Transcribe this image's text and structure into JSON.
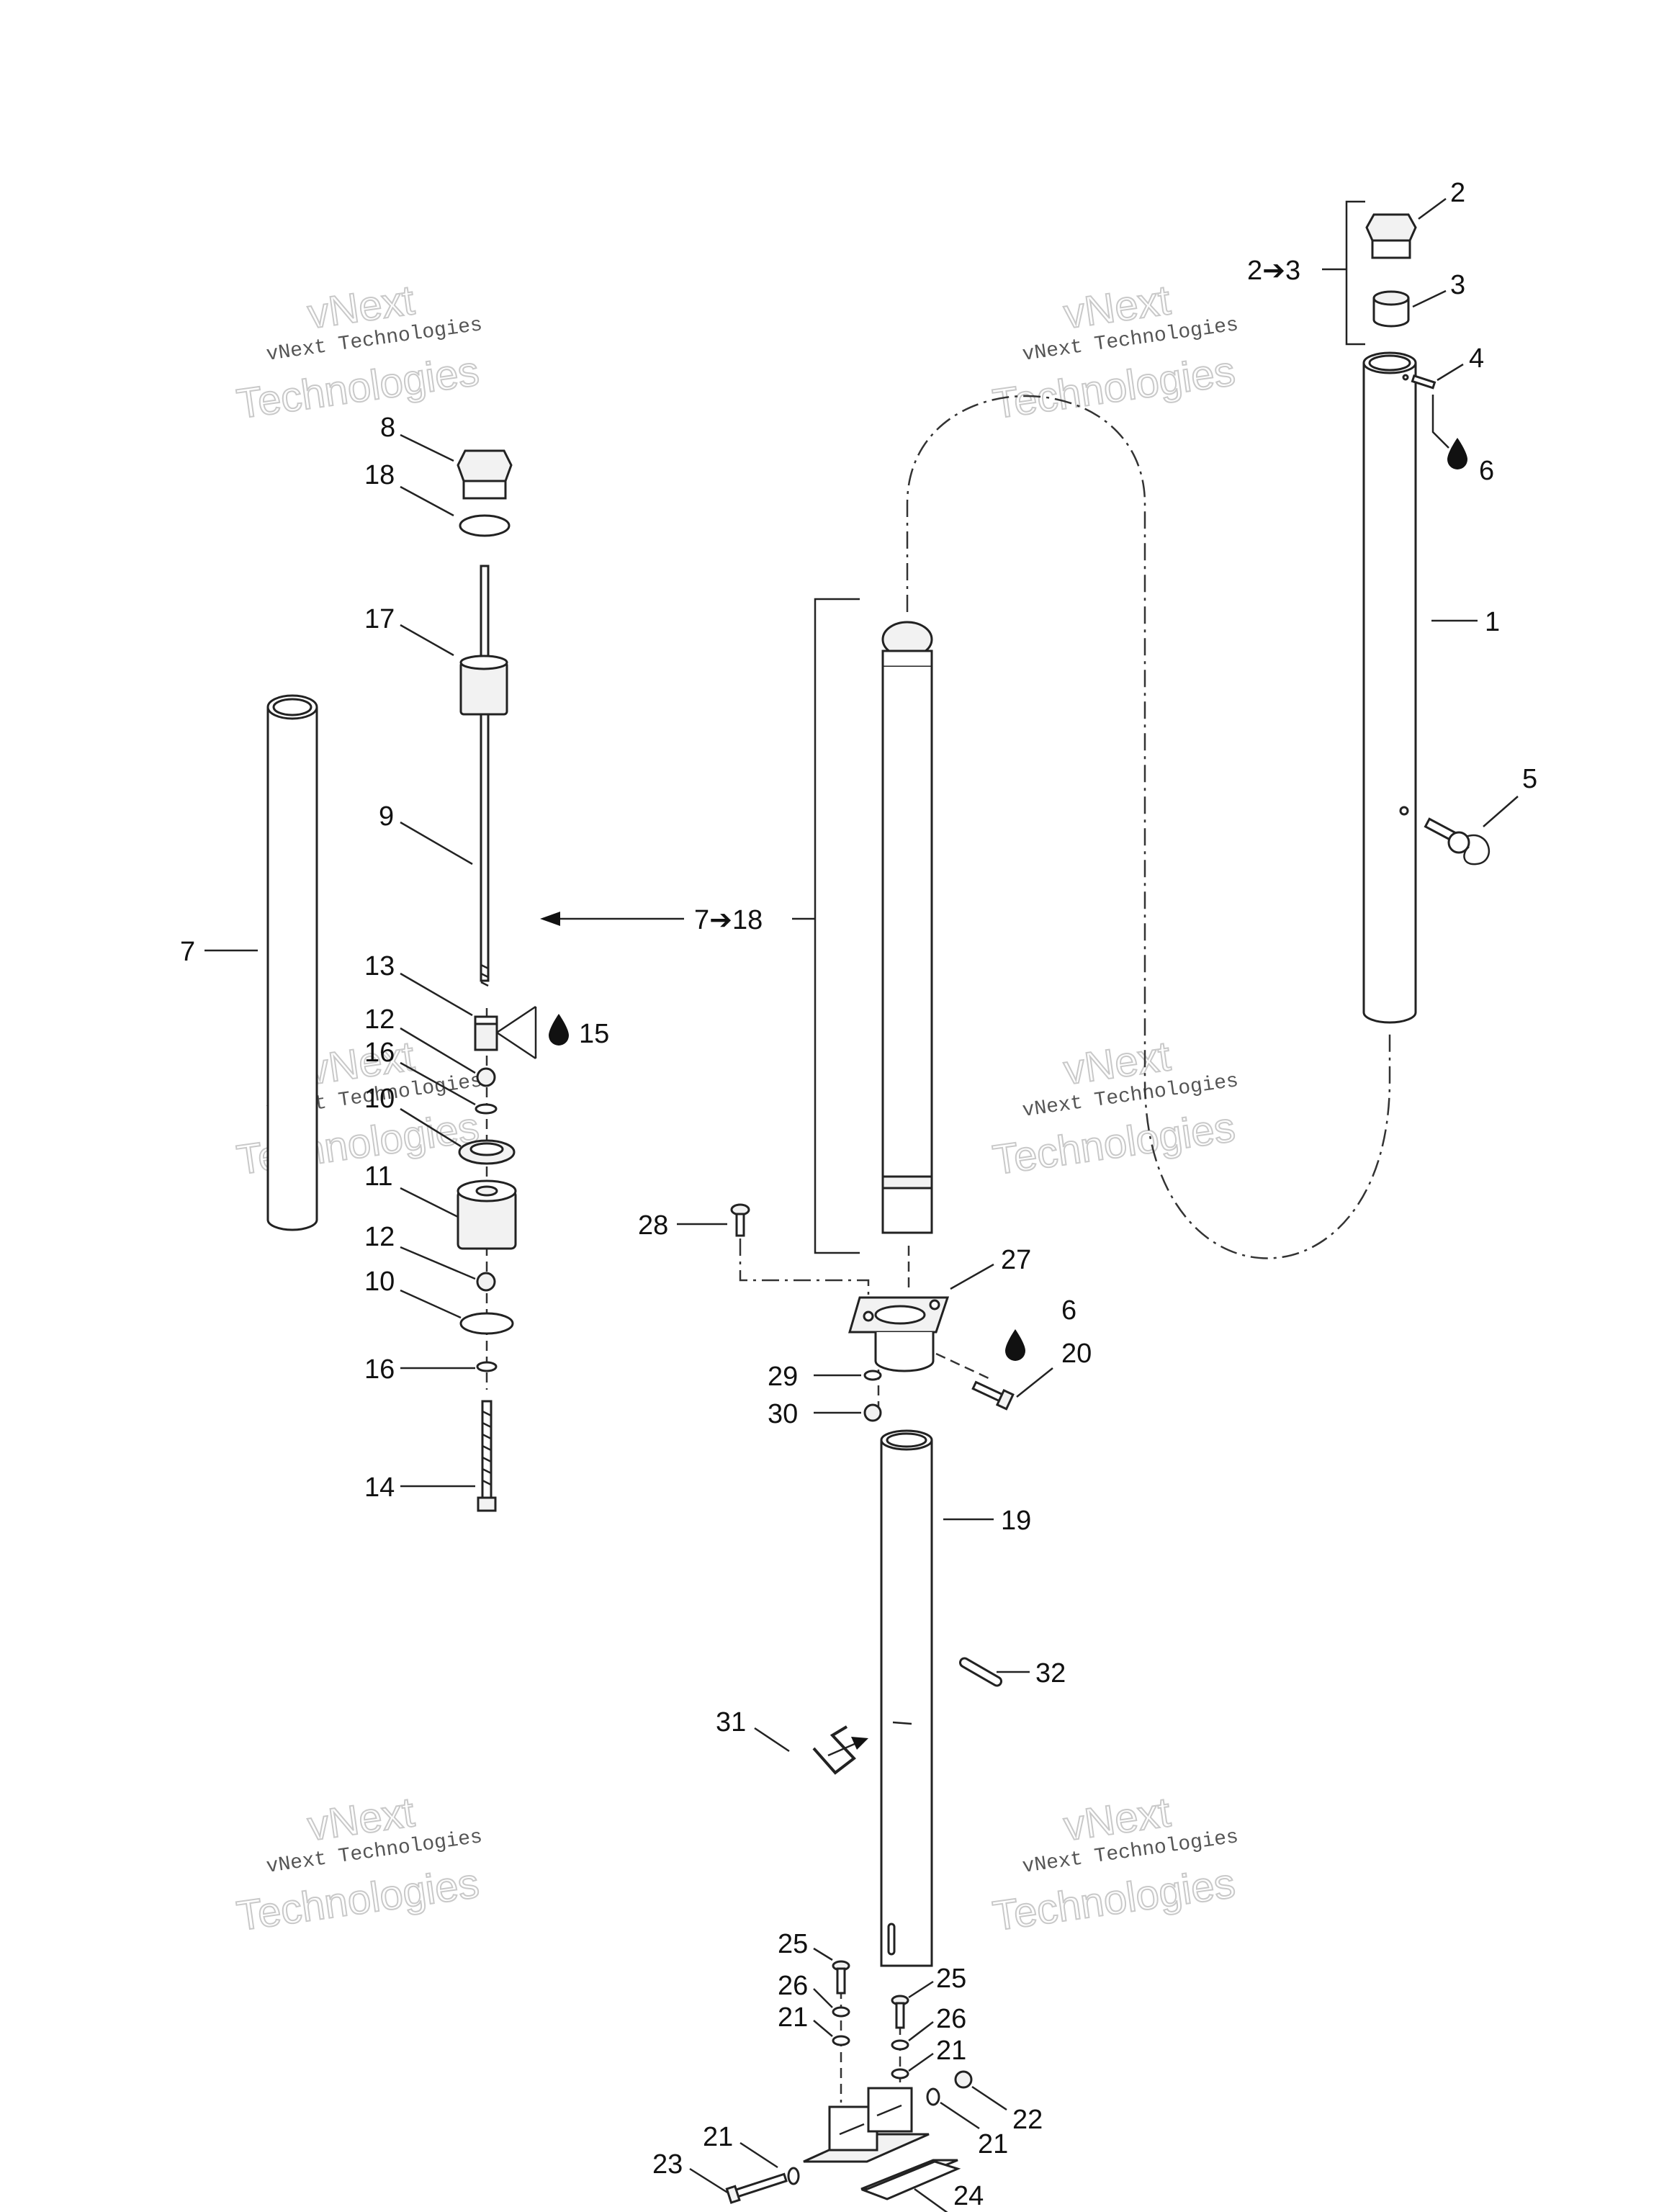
{
  "watermark": {
    "line1": "vNext",
    "line2": "vNext Technologies",
    "line3": "Technologies"
  },
  "callouts": {
    "c1": "1",
    "c2": "2",
    "c2to3": "2➔3",
    "c3": "3",
    "c4": "4",
    "c5": "5",
    "c6a": "6",
    "c6b": "6",
    "c7": "7",
    "c7to18": "7➔18",
    "c8": "8",
    "c9": "9",
    "c10a": "10",
    "c10b": "10",
    "c11": "11",
    "c12a": "12",
    "c12b": "12",
    "c13": "13",
    "c14": "14",
    "c15": "15",
    "c16a": "16",
    "c16b": "16",
    "c17": "17",
    "c18": "18",
    "c19": "19",
    "c20": "20",
    "c21a": "21",
    "c21b": "21",
    "c21c": "21",
    "c21d": "21",
    "c22": "22",
    "c23": "23",
    "c24": "24",
    "c25a": "25",
    "c25b": "25",
    "c26a": "26",
    "c26b": "26",
    "c27": "27",
    "c28": "28",
    "c29": "29",
    "c30": "30",
    "c31": "31",
    "c32": "32"
  }
}
